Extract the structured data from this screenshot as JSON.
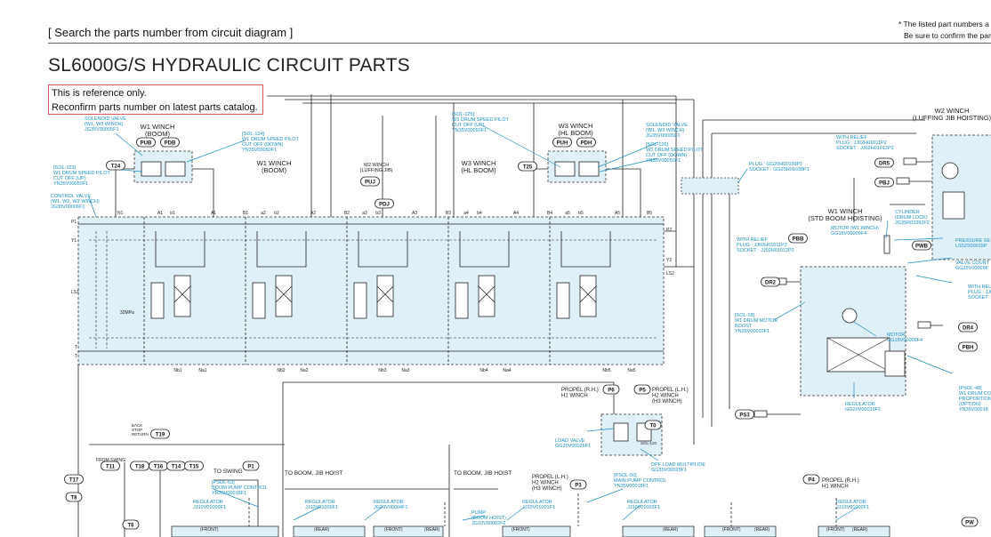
{
  "header": {
    "breadcrumb": "[ Search the parts number from circuit diagram ]",
    "note_line1": "* The listed part numbers a",
    "note_line2": "Be sure to confirm the par"
  },
  "page_title": "SL6000G/S HYDRAULIC CIRCUIT PARTS",
  "disclaimer": {
    "line1": "This is reference only.",
    "line2": "Reconfirm parts number on latest parts catalog."
  },
  "colors": {
    "block_fill": "#dff0f8",
    "block_stroke": "#3a3a3a",
    "callout": "#1b8fc4",
    "line": "#222222"
  },
  "labels": {
    "solenoid_valve_w1w3": [
      "SOLENOID VALVE",
      "(W1, W3 WINCH)",
      "JG35V00005F1"
    ],
    "sol123": [
      "[SOL-123]",
      "W1 DRUM SPEED PILOT",
      "CUT OFF (UP)",
      "YN35V00050F1"
    ],
    "control_valve": [
      "CONTROL VALVE",
      "(W1, W2, W3 WINCH)",
      "JG30V00006F1"
    ],
    "w1_winch_boom_top": [
      "W1 WINCH",
      "(BOOM)"
    ],
    "sol124": [
      "[SOL-124]",
      "W1 DRUM SPEED PILOT",
      "CUT OFF (DOWN)",
      "YN35V00050F1"
    ],
    "w1_winch_boom_mid": [
      "W1 WINCH",
      "(BOOM)"
    ],
    "w2_winch_luffing": [
      "W2 WINCH",
      "(LUFFING JIB)"
    ],
    "sol125": [
      "[SOL-125]",
      "W3 DRUM SPEED PILOT",
      "CUT OFF (UP)",
      "YN35V00050F1"
    ],
    "w3_winch_top": [
      "W3 WINCH",
      "(HL BOOM)"
    ],
    "w3_winch_mid": [
      "W3 WINCH",
      "(HL BOOM)"
    ],
    "solenoid_valve_right": [
      "SOLENOID VALVE",
      "(W1, W3 WINCH)",
      "JG35V00005F1"
    ],
    "sol126": [
      "[SOL-126]",
      "W3 DRUM SPEED PILOT",
      "CUT OFF (DOWN)",
      "YN35V00050F1"
    ],
    "plug_socket_mid": [
      "PLUG : GG20H01039P1",
      "SOCKET : GG20H01038P1"
    ],
    "w2_winch_right": [
      "W2 WINCH",
      "(LUFFING JIB HOISTING)"
    ],
    "with_relief_top": [
      "WITH RELIEF",
      "PLUG : JJ02H01011P2",
      "SOCKET : JJ02H01012P2"
    ],
    "w1_winch_std": [
      "W1 WINCH",
      "(STD BOOM HOISTING)"
    ],
    "cylinder_drum_lock": [
      "CYLINDER",
      "(DRUM LOCK)",
      "JG35R03392F2"
    ],
    "motor_w1_top": [
      "MOTOR (W1 WINCH)",
      "GG15V00009F4"
    ],
    "with_relief_mid": [
      "WITH RELIEF",
      "PLUG : JJ02H01011P2",
      "SOCKET : JJ02H01012P2"
    ],
    "pressure_sensor": [
      "PRESSURE SE",
      "LS52S00015P"
    ],
    "valve_count": [
      "VALVE COUNT",
      "GG23V00009F"
    ],
    "with_relief_right": [
      "WITH REL",
      "PLUG : JJ0",
      "SOCKET : J"
    ],
    "sol18": [
      "[SOL-18]",
      "W1 DRUM MOTOR",
      "BOOST",
      "YN35V00020F1"
    ],
    "motor_right": [
      "MOTOR",
      "GG15V00009F4"
    ],
    "regulator_right": [
      "REGULATOR",
      "GG20V00019F2"
    ],
    "psol48": [
      "[PSOL-48]",
      "W1 DRUM CO",
      "PROPORTION",
      "(OPTION)",
      "YN35V00018"
    ],
    "propel_rh": [
      "PROPEL (R.H.)",
      "H1 WINCH"
    ],
    "propel_lh": [
      "PROPEL (L.H.)",
      "H2 WINCH",
      "(H3 WINCH)"
    ],
    "load_valve": [
      "LOAD VALVE",
      "GG20V00025F1"
    ],
    "dpf_load": [
      "DPF LOAD MULTIPLIDE",
      "GG35V00025F1"
    ],
    "from_swing": "FROM SWING",
    "back_stop_return": [
      "BACK",
      "STOP",
      "RETURN"
    ],
    "to_swing": "TO SWING",
    "to_boom_jib_hoist_1": "TO BOOM, JIB HOIST",
    "to_boom_jib_hoist_2": "TO BOOM, JIB HOIST",
    "psol63": [
      "[PSOL-63]",
      "BOOM PUMP CONTROL",
      "YN35V00018F1"
    ],
    "regulator_a": [
      "REGULATOR",
      "JJ10V01009F1"
    ],
    "regulator_b": [
      "REGULATOR",
      "JJ10V01009F1"
    ],
    "regulator_c": [
      "REGULATOR",
      "JG20V00004F1"
    ],
    "pump_boom_hoist": [
      "PUMP",
      "(BOOM HOIST)",
      "JG10V00002F2"
    ],
    "regulator_d": [
      "REGULATOR",
      "JJ10V01001F1"
    ],
    "propel_lh_bottom": [
      "PROPEL (L.H.)",
      "H2 WINCH",
      "(H3 WINCH)"
    ],
    "psol50": [
      "[PSOL-50]",
      "MAIN PUMP CONTROL",
      "YN35V00018F1"
    ],
    "regulator_e": [
      "REGULATOR",
      "JJ10V01002F1"
    ],
    "propel_rh_bottom": [
      "PROPEL (R.H.)",
      "H1 WINCH"
    ],
    "regulator_f": [
      "REGULATOR",
      "JJ10V01002F1"
    ],
    "front": "(FRONT)",
    "rear": "(REAR)",
    "sol120": "SOL-120",
    "pressure_32mpa": "32MPa"
  },
  "ports": {
    "pub": "PUB",
    "pdb": "PDB",
    "t24": "T24",
    "puj": "PUJ",
    "pdj": "PDJ",
    "puh": "PUH",
    "pdh": "PDH",
    "t25": "T25",
    "dr5": "DR5",
    "pbj": "PBJ",
    "pbb": "PBB",
    "pwb": "PWB",
    "dr2": "DR2",
    "dr4": "DR4",
    "pbh": "PBH",
    "ps3": "PS3",
    "p6": "P6",
    "p5": "P5",
    "t0": "T0",
    "p1": "P1",
    "p3": "P3",
    "p4": "P4",
    "t19": "T19",
    "t11": "T11",
    "t18": "T18",
    "t16": "T16",
    "t14": "T14",
    "t15": "T15",
    "t17": "T17",
    "t8": "T8",
    "t6": "T6",
    "pw": "PW"
  },
  "valve_ports": {
    "top": [
      "A1",
      "b1",
      "A1",
      "B1",
      "a2",
      "b2",
      "A2",
      "B2",
      "a3",
      "b3",
      "A3",
      "B3",
      "a4",
      "b4",
      "A4",
      "B4",
      "a5",
      "b5",
      "A5",
      "B5"
    ],
    "bottom": [
      "Nb1",
      "Na1",
      "Nb2",
      "Na2",
      "Nb3",
      "Na3",
      "Nb4",
      "Na4",
      "Nb5",
      "Na5"
    ],
    "side": [
      "P1",
      "Y1",
      "LS1",
      "T",
      "T",
      "P2",
      "Y2",
      "LS2",
      "N1"
    ]
  }
}
